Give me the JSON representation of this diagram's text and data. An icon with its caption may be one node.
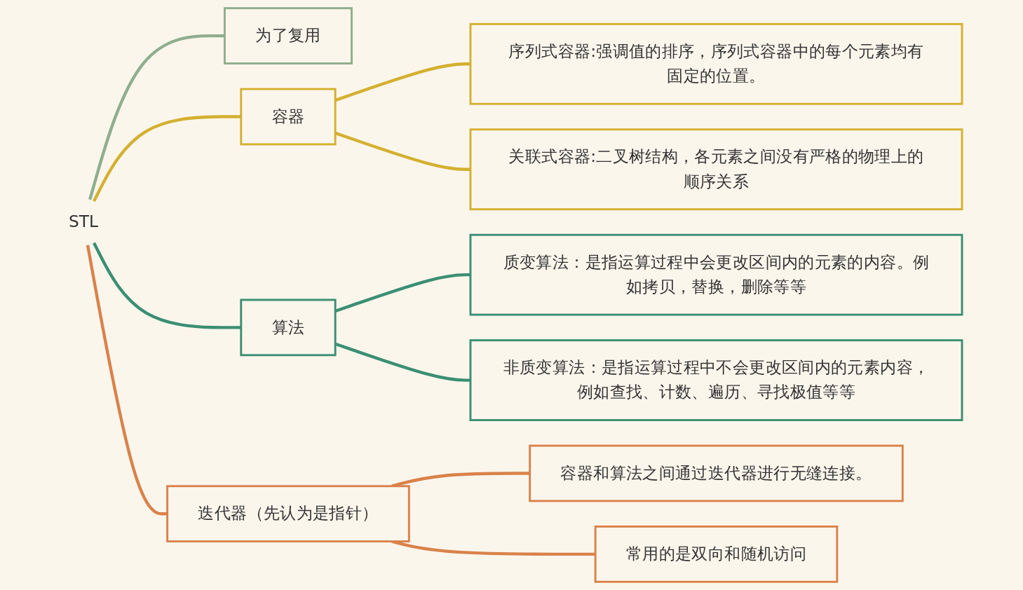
{
  "diagram": {
    "nodes": [
      {
        "text": [
          "STL"
        ]
      },
      {
        "text": [
          "为了复用"
        ]
      },
      {
        "text": [
          "容器"
        ]
      },
      {
        "text": [
          "序列式容器:强调值的排序，序列式容器中的每个元素均有固定的位置。"
        ]
      },
      {
        "text": [
          "关联式容器:二叉树结构，各元素之间没有严格的物理上的顺序关系"
        ]
      },
      {
        "text": [
          "算法"
        ]
      },
      {
        "text": [
          "质变算法：是指运算过程中会更改区间内的元素的内容。例如拷贝，替换，删除等等"
        ]
      },
      {
        "text": [
          "非质变算法：是指运算过程中不会更改区间内的元素内容，例如查找、计数、遍历、寻找极值等等"
        ]
      },
      {
        "text": [
          "迭代器（先认为是指针）"
        ]
      },
      {
        "text": [
          "容器和算法之间通过迭代器进行无缝连接。"
        ]
      },
      {
        "text": [
          "常用的是双向和随机访问"
        ]
      }
    ],
    "edges": [
      {
        "from": 0,
        "to": 1,
        "arrow": "none",
        "color": "#8fae8e"
      },
      {
        "from": 0,
        "to": 2,
        "arrow": "none",
        "color": "#d4b030"
      },
      {
        "from": 2,
        "to": 3,
        "arrow": "none",
        "color": "#d4b030"
      },
      {
        "from": 2,
        "to": 4,
        "arrow": "none",
        "color": "#d4b030"
      },
      {
        "from": 0,
        "to": 5,
        "arrow": "none",
        "color": "#3a8f72"
      },
      {
        "from": 5,
        "to": 6,
        "arrow": "none",
        "color": "#3a8f72"
      },
      {
        "from": 5,
        "to": 7,
        "arrow": "none",
        "color": "#3a8f72"
      },
      {
        "from": 0,
        "to": 8,
        "arrow": "none",
        "color": "#d9824a"
      },
      {
        "from": 8,
        "to": 9,
        "arrow": "none",
        "color": "#d9824a"
      },
      {
        "from": 8,
        "to": 10,
        "arrow": "none",
        "color": "#d9824a"
      }
    ]
  }
}
